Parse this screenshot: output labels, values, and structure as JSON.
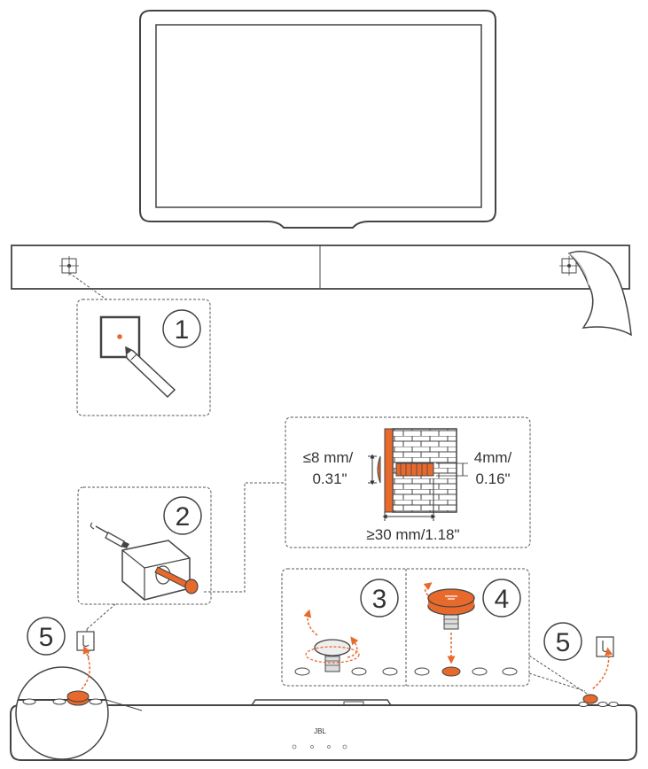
{
  "steps": [
    {
      "label": "1"
    },
    {
      "label": "2"
    },
    {
      "label": "3"
    },
    {
      "label": "4"
    },
    {
      "label": "5"
    },
    {
      "label": "5"
    }
  ],
  "dimensions": {
    "screw_head_max": "≤8 mm/",
    "screw_head_max_in": "0.31\"",
    "screw_diameter": "4mm/",
    "screw_diameter_in": "0.16\"",
    "screw_length_min": "≥30 mm/1.18\""
  },
  "soundbar": {
    "brand": "JBL"
  },
  "colors": {
    "accent": "#e8692c",
    "line": "#444444"
  },
  "icons": [
    "tv-icon",
    "template-icon",
    "pencil-icon",
    "drill-icon",
    "wall-anchor-icon",
    "screw-icon",
    "brick-wall-icon",
    "foot-icon",
    "bracket-icon",
    "soundbar-icon"
  ]
}
